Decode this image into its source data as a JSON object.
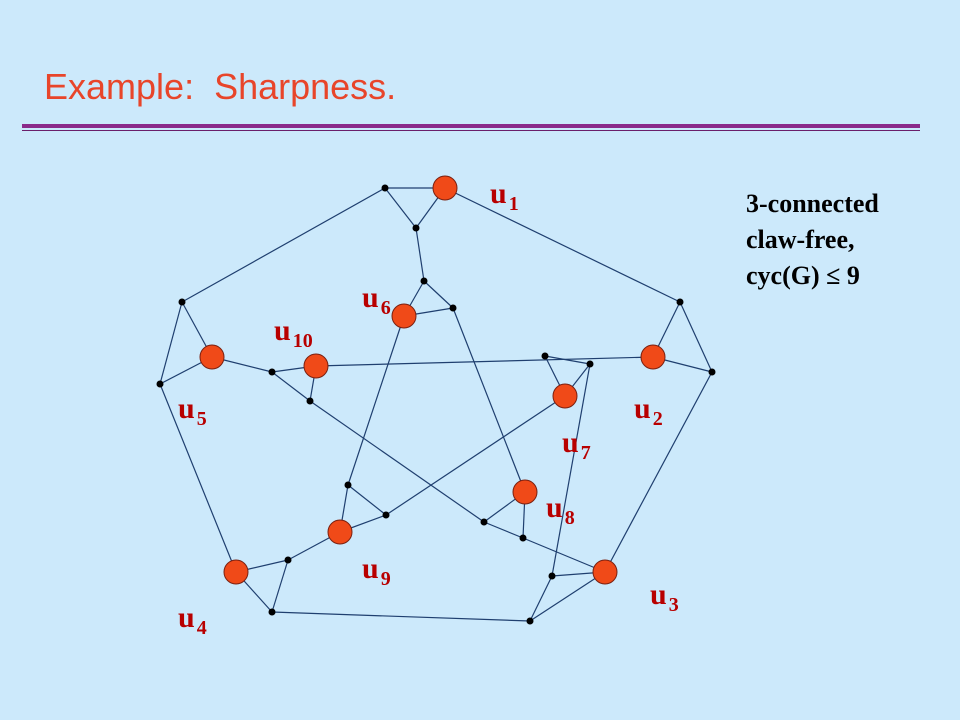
{
  "title": "Example:  Sharpness.",
  "properties": [
    "3-connected",
    "claw-free,",
    "cyc(G)"
  ],
  "property_symbol": "≤",
  "property_value": "9",
  "colors": {
    "background": "#cce9fb",
    "title": "#e8452a",
    "rule": "#8a2a8a",
    "highlight_vertex": "#f04a18",
    "label": "#b80000",
    "edge": "#1f3f6f"
  },
  "graph": {
    "labels": [
      {
        "id": "u1",
        "base": "u",
        "sub": "1"
      },
      {
        "id": "u2",
        "base": "u",
        "sub": "2"
      },
      {
        "id": "u3",
        "base": "u",
        "sub": "3"
      },
      {
        "id": "u4",
        "base": "u",
        "sub": "4"
      },
      {
        "id": "u5",
        "base": "u",
        "sub": "5"
      },
      {
        "id": "u6",
        "base": "u",
        "sub": "6"
      },
      {
        "id": "u7",
        "base": "u",
        "sub": "7"
      },
      {
        "id": "u8",
        "base": "u",
        "sub": "8"
      },
      {
        "id": "u9",
        "base": "u",
        "sub": "9"
      },
      {
        "id": "u10",
        "base": "u",
        "sub": "10"
      }
    ]
  }
}
